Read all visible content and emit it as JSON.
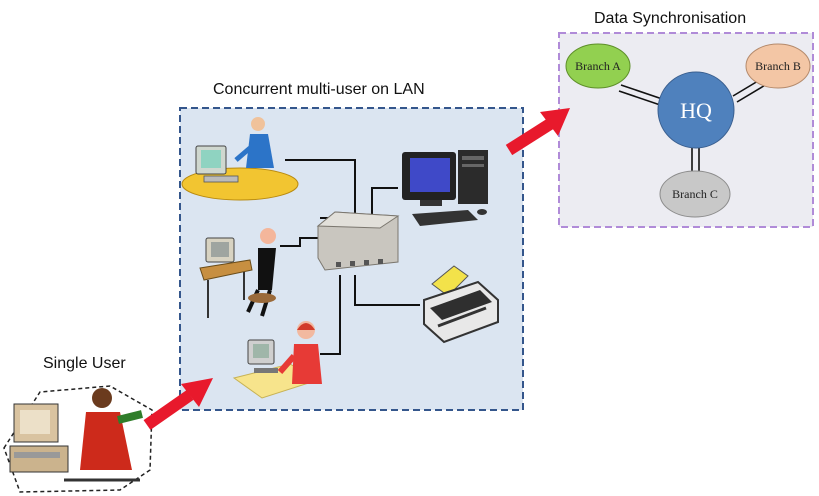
{
  "labels": {
    "single_user": "Single User",
    "lan": "Concurrent multi-user on LAN",
    "sync": "Data Synchronisation"
  },
  "sync_nodes": {
    "hq": "HQ",
    "branch_a": "Branch A",
    "branch_b": "Branch B",
    "branch_c": "Branch C"
  },
  "colors": {
    "arrow": "#e8192c",
    "lan_box_fill": "#dbe5f1",
    "lan_box_border": "#34568c",
    "sync_box_fill": "#ececf2",
    "sync_box_border": "#b08bd8",
    "hq": "#4f81bd",
    "branch_a": "#92d050",
    "branch_b": "#f3c6a5",
    "branch_c": "#c8c8c8"
  },
  "icons": [
    "single-user-clipart",
    "office-worker-clipart",
    "seated-typist-clipart",
    "desk-worker-clipart",
    "network-switch-icon",
    "desktop-computer-icon",
    "printer-icon"
  ]
}
